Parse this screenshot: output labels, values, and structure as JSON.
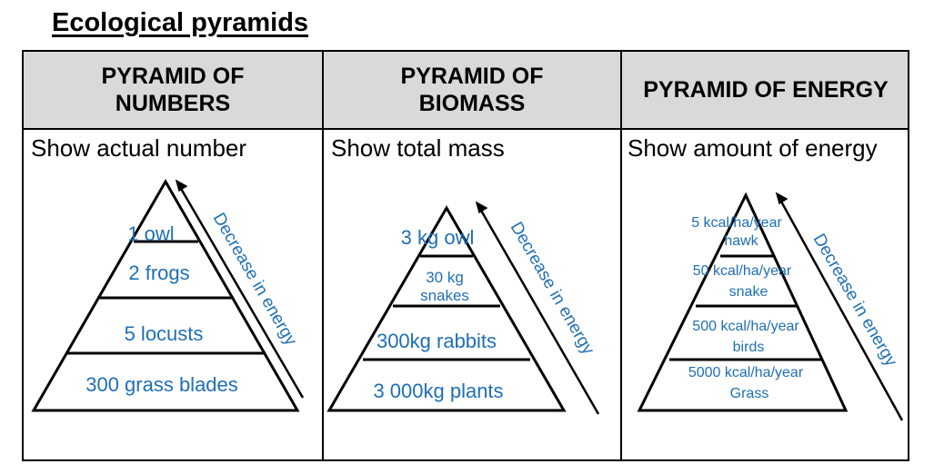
{
  "title": "Ecological pyramids",
  "columns": [
    {
      "header": [
        "PYRAMID OF",
        "NUMBERS"
      ],
      "description": "Show actual number",
      "levels": [
        "1 owl",
        "2 frogs",
        "5 locusts",
        "300 grass blades"
      ],
      "arrow_label": "Decrease in energy"
    },
    {
      "header": [
        "PYRAMID OF",
        "BIOMASS"
      ],
      "description": "Show total mass",
      "levels": [
        "3 kg owl",
        [
          "30 kg",
          "snakes"
        ],
        "300kg rabbits",
        "3 000kg plants"
      ],
      "arrow_label": "Decrease in energy"
    },
    {
      "header": [
        "PYRAMID OF ENERGY"
      ],
      "description": "Show amount of energy",
      "levels": [
        [
          "5 kcal/ha/year",
          "hawk"
        ],
        [
          "50  kcal/ha/year",
          "snake"
        ],
        [
          "500 kcal/ha/year",
          "birds"
        ],
        [
          "5000 kcal/ha/year",
          "Grass"
        ]
      ],
      "arrow_label": "Decrease in energy"
    }
  ],
  "colors": {
    "label": "#1f6fb5",
    "header_bg": "#d9d9d9",
    "line": "#000000"
  }
}
